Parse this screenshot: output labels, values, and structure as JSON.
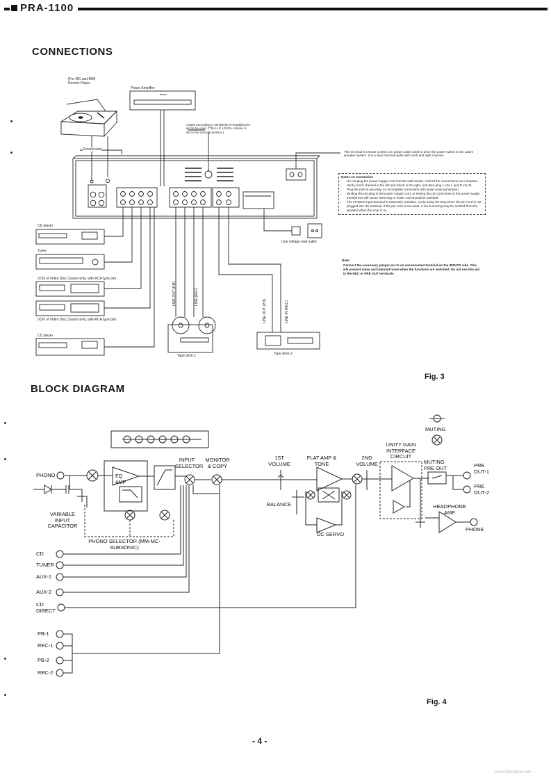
{
  "header": {
    "model": "PRA-1100"
  },
  "connections": {
    "title": "CONNECTIONS",
    "turntable_label": "(For MC and MM) Record Player",
    "power_amp_label": "Power Amplifier",
    "headphone_note": "Adjust according to sensitivity of headphones set to be used. (The H.P. LEVEL volume is set in the normal position.)",
    "ground_wire": "Ground wire",
    "remote_note": "This terminal is remote control. DC power outlet used to drive the power switch to the active speaker system. It is a dual channel outlet with a left and right channel.",
    "notes_title": "Notes on Connection",
    "notes": [
      "Do not plug the power supply cord into the wall socket, until all the connections are complete.",
      "Verify which channel is the left and which is the right, and then plug L into L and R into R.",
      "Plug the pins in securely. An incomplete connection will cause noise generation.",
      "Binding the pin plug to the power supply cord, or setting the pin cord close to the power supply transformer will cause humming or noise, and should be avoided.",
      "The PHONO input terminal is extremely sensitive. Avoid using the amp when the pin cord is not plugged into the terminal. If the pin cord is not used, a low humming may be emitted from the speaker when the amp is on."
    ],
    "note_title": "Note:",
    "note_text": "Connect the accessory jumper pin to an unconnected terminal on the INPUTS side. This will prevent noise and induced noise when the functions are switched. Do not use this pin in the REC or PRE OUT terminals.",
    "wall_outlet": "Line voltage wall outlet",
    "devices": {
      "cd_player": "CD player",
      "tuner": "Tuner",
      "vcr1": "VCR or Video Disc (Sound only, with RCA type pin)",
      "vcr2": "VCR or Video Disc (Sound only, with RCA type pin)",
      "cd_player2": "CD player",
      "tape1": "Tape deck 1",
      "tape2": "Tape deck 2"
    },
    "cable_labels": {
      "line_out_1": "LINE OUT (P.B)",
      "line_in_1": "LINE (REC)",
      "line_out_2": "LINE OUT (P.B)",
      "line_in_2": "LINE IN (REC)"
    },
    "fig": "Fig. 3"
  },
  "block": {
    "title": "BLOCK DIAGRAM",
    "labels": {
      "phono": "PHONO",
      "variable_input_capacitor": "VARIABLE INPUT CAPACITOR",
      "eq_amp": "EQ AMP",
      "phono_selector": "PHONO SELECTOR (MM-MC-SUBSONIC)",
      "input_selector": "INPUT SELECTOR",
      "monitor_copy": "MONITOR & COPY",
      "first_volume": "1ST VOLUME",
      "flat_amp": "FLAT AMP & TONE",
      "second_volume": "2ND VOLUME",
      "unity_gain": "UNITY GAIN INTERFACE CIRCUIT",
      "balance": "BALANCE",
      "dc_servo": "DC SERVO",
      "muting": "MUTING",
      "muting_pre_out": "MUTING PRE OUT",
      "pre_out_1": "PRE OUT-1",
      "pre_out_2": "PRE OUT-2",
      "headphone_amp": "HEADPHONE AMP",
      "phone": "PHONE"
    },
    "inputs": [
      "CD",
      "TUNER",
      "AUX-1",
      "AUX-2",
      "CD DIRECT"
    ],
    "tape": [
      "PB-1",
      "REC-1",
      "PB-2",
      "REC-2"
    ],
    "fig": "Fig. 4"
  },
  "footer": {
    "page": "- 4 -",
    "watermark": "www.hifiengine.com"
  }
}
